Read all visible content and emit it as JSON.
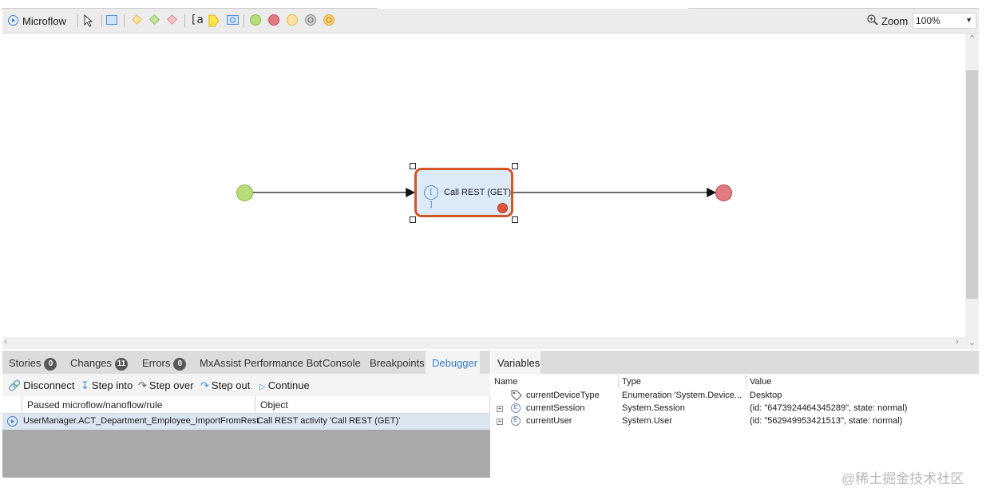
{
  "toolbar": {
    "title": "Microflow",
    "zoom_label": "Zoom",
    "zoom_value": "100%"
  },
  "canvas": {
    "activity_label": "Call REST (GET)",
    "activity_icon_text": "[ ]"
  },
  "left_panel": {
    "tabs": [
      {
        "label": "Stories",
        "badge": "0"
      },
      {
        "label": "Changes",
        "badge": "11"
      },
      {
        "label": "Errors",
        "badge": "0"
      },
      {
        "label": "MxAssist Performance Bot"
      },
      {
        "label": "Console"
      },
      {
        "label": "Breakpoints"
      },
      {
        "label": "Debugger"
      }
    ],
    "tools": [
      "Disconnect",
      "Step into",
      "Step over",
      "Step out",
      "Continue"
    ],
    "columns": [
      "Paused microflow/nanoflow/rule",
      "Object"
    ],
    "row": {
      "microflow": "UserManager.ACT_Department_Employee_ImportFromRest",
      "object": "Call REST activity 'Call REST (GET)'"
    }
  },
  "right_panel": {
    "tab": "Variables",
    "columns": [
      "Name",
      "Type",
      "Value"
    ],
    "rows": [
      {
        "name": "currentDeviceType",
        "type": "Enumeration 'System.Device...",
        "value": "Desktop"
      },
      {
        "name": "currentSession",
        "type": "System.Session",
        "value": "(id: \"6473924464345289\", state: normal)"
      },
      {
        "name": "currentUser",
        "type": "System.User",
        "value": "(id: \"562949953421513\", state: normal)"
      }
    ]
  },
  "watermark": "@稀土掘金技术社区",
  "colors": {
    "start_event": "#b8dc7a",
    "end_event": "#e27a82",
    "activity_border": "#d35426",
    "activity_fill": "#dcebf7",
    "debugger_tab_text": "#2f7fcf"
  }
}
